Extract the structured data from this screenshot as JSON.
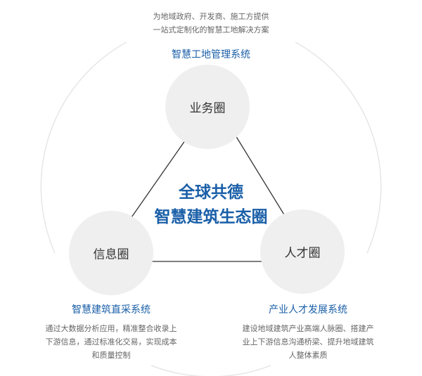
{
  "top": {
    "desc_lines": [
      "为地域政府、开发商、施工方提供",
      "一站式定制化的智慧工地解决方案"
    ],
    "system_title": "智慧工地管理系统",
    "node_label": "业务圈"
  },
  "center": {
    "line1": "全球共德",
    "line2": "智慧建筑生态圈"
  },
  "left": {
    "node_label": "信息圈",
    "system_title": "智慧建筑直采系统",
    "desc_lines": [
      "通过大数据分析应用，精准整合收录上",
      "下游信息，通过标准化交易，实现成本",
      "和质量控制"
    ]
  },
  "right": {
    "node_label": "人才圈",
    "system_title": "产业人才发展系统",
    "desc_lines": [
      "建设地域建筑产业高端人脉圈、搭建产",
      "业上下游信息沟通桥梁、提升地域建筑",
      "人整体素质"
    ]
  },
  "colors": {
    "accent": "#1a5fa8",
    "node_fill": "#efefef",
    "triangle_stroke": "#333333",
    "ring_stroke": "#e6e6e6"
  }
}
